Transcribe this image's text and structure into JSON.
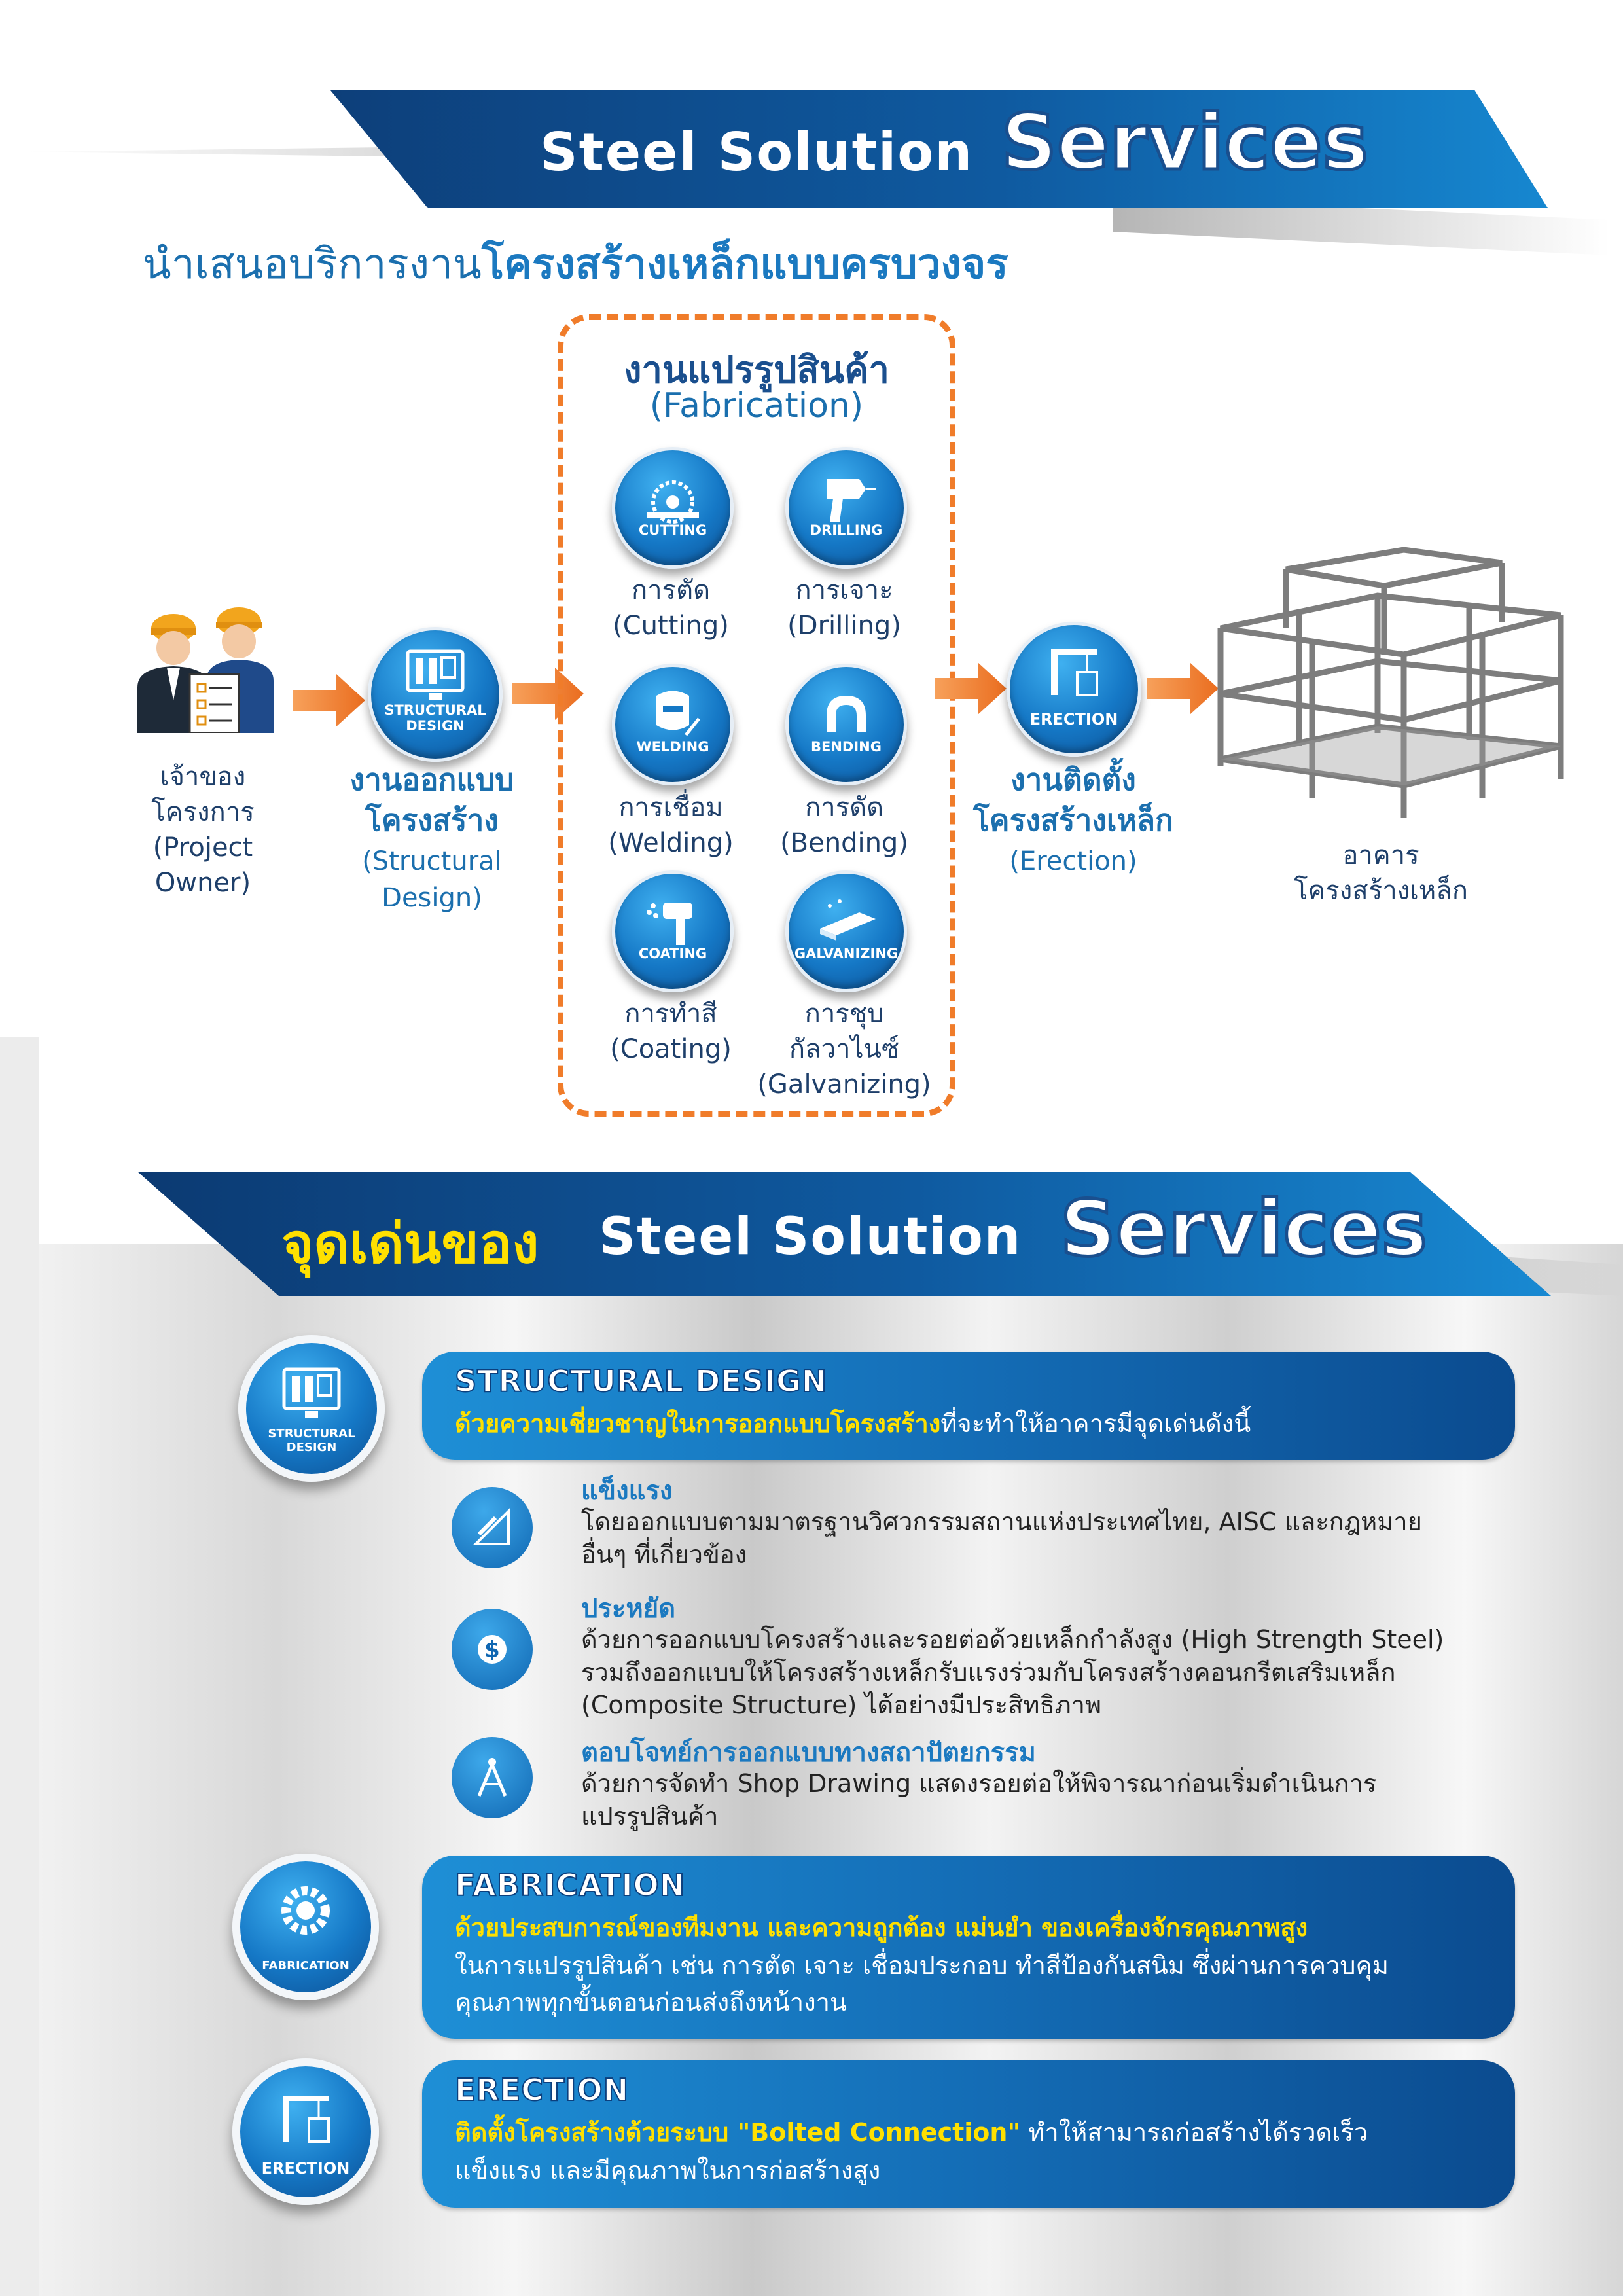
{
  "header": {
    "title_part1": "Steel Solution",
    "title_part2": "Services",
    "subtitle_normal": "นำเสนอบริการงาน",
    "subtitle_bold": "โครงสร้างเหล็กแบบครบวงจร"
  },
  "flow": {
    "owner": {
      "line1": "เจ้าของ",
      "line2": "โครงการ",
      "line3": "(Project",
      "line4": "Owner)"
    },
    "structural": {
      "icon_label": "STRUCTURAL DESIGN",
      "line1": "งานออกแบบ",
      "line2": "โครงสร้าง",
      "line3": "(Structural",
      "line4": "Design)"
    },
    "fabrication": {
      "title": "งานแปรรูปสินค้า",
      "subtitle": "(Fabrication)",
      "items": [
        {
          "icon_label": "CUTTING",
          "th": "การตัด",
          "en": "(Cutting)",
          "en2": ""
        },
        {
          "icon_label": "DRILLING",
          "th": "การเจาะ",
          "en": "(Drilling)",
          "en2": ""
        },
        {
          "icon_label": "WELDING",
          "th": "การเชื่อม",
          "en": "(Welding)",
          "en2": ""
        },
        {
          "icon_label": "BENDING",
          "th": "การดัด",
          "en": "(Bending)",
          "en2": ""
        },
        {
          "icon_label": "COATING",
          "th": "การทำสี",
          "en": "(Coating)",
          "en2": ""
        },
        {
          "icon_label": "GALVANIZING",
          "th": "การชุบ",
          "en": "กัลวาไนซ์",
          "en2": "(Galvanizing)"
        }
      ]
    },
    "erection": {
      "icon_label": "ERECTION",
      "line1": "งานติดตั้ง",
      "line2": "โครงสร้างเหล็ก",
      "line3": "(Erection)"
    },
    "building": {
      "line1": "อาคาร",
      "line2": "โครงสร้างเหล็ก"
    }
  },
  "section2": {
    "title_th": "จุดเด่นของ",
    "title_part1": "Steel Solution",
    "title_part2": "Services",
    "structural": {
      "icon_label": "STRUCTURAL DESIGN",
      "pill_title": "STRUCTURAL DESIGN",
      "pill_yellow": "ด้วยความเชี่ยวชาญในการออกแบบโครงสร้าง",
      "pill_rest": "ที่จะทำให้อาคารมีจุดเด่นดังนี้",
      "features": [
        {
          "icon": "ruler-pencil-icon",
          "title": "แข็งแรง",
          "lines": [
            "โดยออกแบบตามมาตรฐานวิศวกรรมสถานแห่งประเทศไทย, AISC และกฎหมาย",
            "อื่นๆ ที่เกี่ยวข้อง"
          ]
        },
        {
          "icon": "dollar-icon",
          "title": "ประหยัด",
          "lines": [
            "ด้วยการออกแบบโครงสร้างและรอยต่อด้วยเหล็กกำลังสูง (High Strength Steel)",
            "รวมถึงออกแบบให้โครงสร้างเหล็กรับแรงร่วมกับโครงสร้างคอนกรีตเสริมเหล็ก",
            "(Composite Structure) ได้อย่างมีประสิทธิภาพ"
          ]
        },
        {
          "icon": "compass-icon",
          "title": "ตอบโจทย์การออกแบบทางสถาปัตยกรรม",
          "lines": [
            "ด้วยการจัดทำ Shop Drawing แสดงรอยต่อให้พิจารณาก่อนเริ่มดำเนินการ",
            "แปรรูปสินค้า"
          ]
        }
      ]
    },
    "fabrication": {
      "icon_label": "FABRICATION",
      "pill_title": "FABRICATION",
      "pill_yellow": "ด้วยประสบการณ์ของทีมงาน และความถูกต้อง แม่นยำ ของเครื่องจักรคุณภาพสูง",
      "line2": "ในการแปรรูปสินค้า เช่น การตัด เจาะ เชื่อมประกอบ ทำสีป้องกันสนิม ซึ่งผ่านการควบคุม",
      "line3": "คุณภาพทุกขั้นตอนก่อนส่งถึงหน้างาน"
    },
    "erection": {
      "icon_label": "ERECTION",
      "pill_title": "ERECTION",
      "pill_yellow": "ติดตั้งโครงสร้างด้วยระบบ \"Bolted Connection\"",
      "pill_rest": " ทำให้สามารถก่อสร้างได้รวดเร็ว",
      "line2": "แข็งแรง และมีคุณภาพในการก่อสร้างสูง"
    }
  },
  "colors": {
    "brand_blue": "#0f5aa0",
    "accent_orange": "#f07c2a",
    "highlight_yellow": "#ffe000"
  }
}
